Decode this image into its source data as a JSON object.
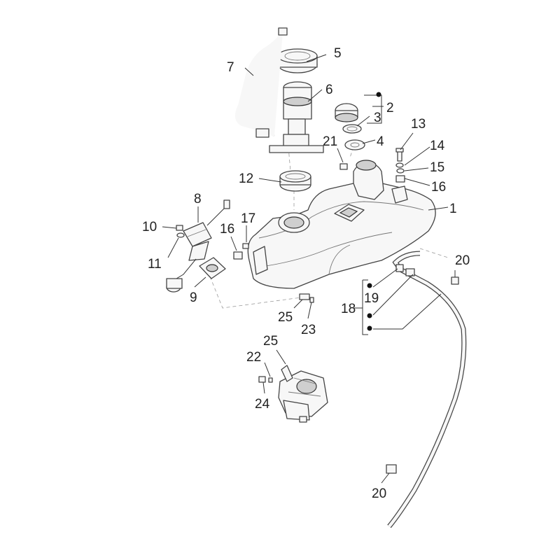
{
  "labels": {
    "l1": "1",
    "l2": "2",
    "l3": "3",
    "l4": "4",
    "l5": "5",
    "l6": "6",
    "l7": "7",
    "l8": "8",
    "l9": "9",
    "l10": "10",
    "l11": "11",
    "l12": "12",
    "l13": "13",
    "l14": "14",
    "l15": "15",
    "l16a": "16",
    "l16b": "16",
    "l17": "17",
    "l18": "18",
    "l19": "19",
    "l20a": "20",
    "l20b": "20",
    "l21": "21",
    "l22": "22",
    "l23": "23",
    "l24": "24",
    "l25a": "25",
    "l25b": "25"
  }
}
